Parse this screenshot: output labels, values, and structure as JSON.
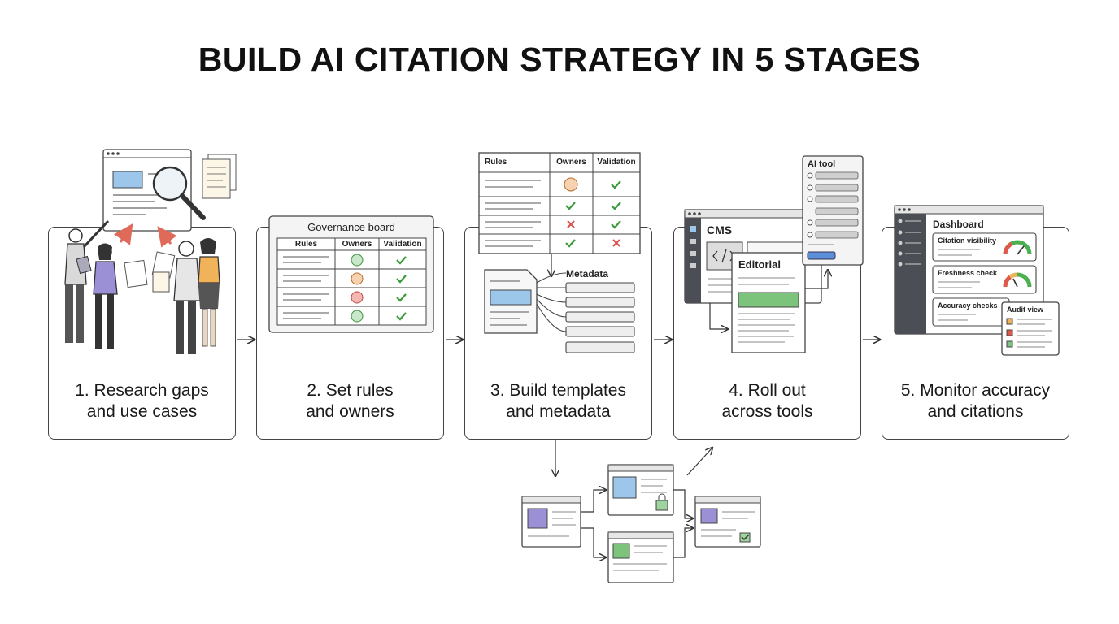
{
  "title": "BUILD AI CITATION STRATEGY IN 5 STAGES",
  "stages": [
    {
      "label_line1": "1. Research gaps",
      "label_line2": "and use cases"
    },
    {
      "label_line1": "2. Set rules",
      "label_line2": "and owners"
    },
    {
      "label_line1": "3. Build templates",
      "label_line2": "and metadata"
    },
    {
      "label_line1": "4. Roll out",
      "label_line2": "across tools"
    },
    {
      "label_line1": "5. Monitor accuracy",
      "label_line2": "and citations"
    }
  ],
  "governance": {
    "board_title": "Governance board",
    "columns": [
      "Rules",
      "Owners",
      "Validation"
    ]
  },
  "rules_table": {
    "columns": [
      "Rules",
      "Owners",
      "Validation"
    ]
  },
  "metadata": {
    "label": "Metadata"
  },
  "rollout": {
    "cms": "CMS",
    "editorial": "Editorial",
    "ai_tool": "AI tool"
  },
  "dashboard": {
    "title": "Dashboard",
    "cards": [
      "Citation visibility",
      "Freshness check",
      "Accuracy checks"
    ],
    "audit_view": "Audit view"
  },
  "colors": {
    "green": "#7cc47c",
    "red": "#d9534f",
    "blue": "#9cc6ea",
    "purple": "#9b8fd6",
    "orange": "#f0b35a"
  }
}
